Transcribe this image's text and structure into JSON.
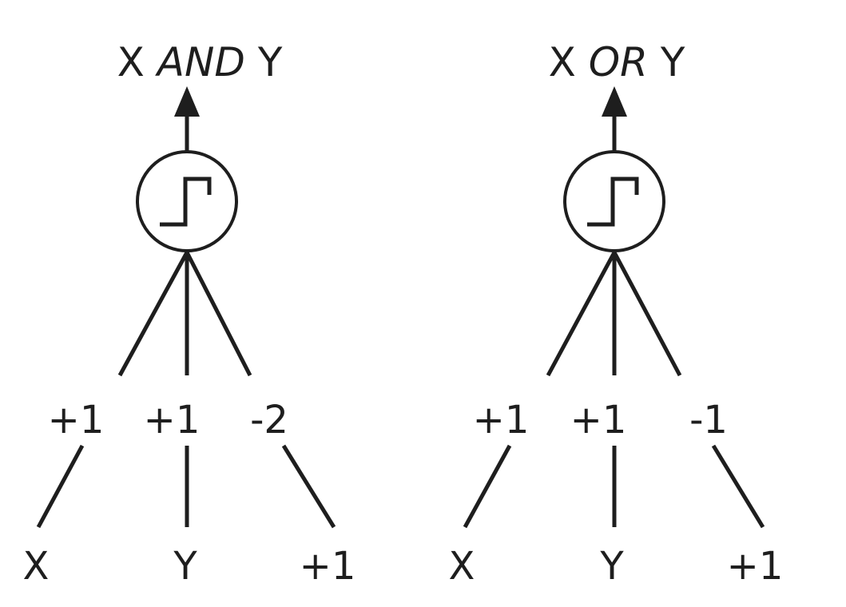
{
  "perceptrons": [
    {
      "id": "and",
      "title": {
        "left": "X",
        "op": "AND",
        "right": "Y"
      },
      "weights": [
        "+1",
        "+1",
        "-2"
      ],
      "inputs": [
        "X",
        "Y",
        "+1"
      ]
    },
    {
      "id": "or",
      "title": {
        "left": "X",
        "op": "OR",
        "right": "Y"
      },
      "weights": [
        "+1",
        "+1",
        "-1"
      ],
      "inputs": [
        "X",
        "Y",
        "+1"
      ]
    }
  ],
  "icons": {
    "activation": "step-function-icon",
    "output": "arrow-up-icon"
  }
}
